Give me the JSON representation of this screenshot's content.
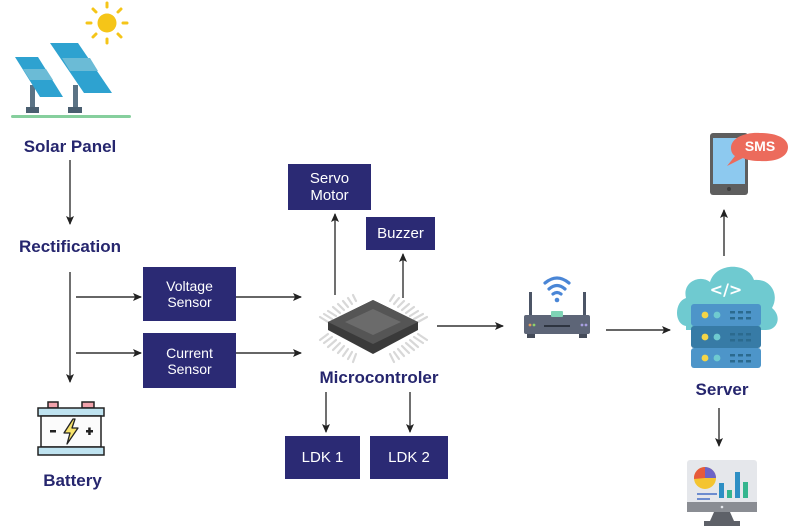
{
  "nodes": {
    "solar_panel": {
      "label": "Solar Panel",
      "icon": "solar-panel-icon"
    },
    "rectification": {
      "label": "Rectification"
    },
    "battery": {
      "label": "Battery",
      "icon": "battery-icon"
    },
    "voltage_sensor": {
      "line1": "Voltage",
      "line2": "Sensor"
    },
    "current_sensor": {
      "line1": "Current",
      "line2": "Sensor"
    },
    "servo_motor": {
      "line1": "Servo",
      "line2": "Motor"
    },
    "buzzer": {
      "label": "Buzzer"
    },
    "microcontroller": {
      "label": "Microcontroler",
      "icon": "microchip-icon"
    },
    "ldk1": {
      "label": "LDK 1"
    },
    "ldk2": {
      "label": "LDK 2"
    },
    "router": {
      "icon": "wifi-router-icon"
    },
    "server": {
      "label": "Server",
      "icon": "cloud-server-icon"
    },
    "phone": {
      "badge": "SMS",
      "icon": "smartphone-sms-icon"
    },
    "dashboard": {
      "icon": "monitor-dashboard-icon"
    }
  },
  "edges": [
    [
      "Solar Panel",
      "Rectification"
    ],
    [
      "Rectification",
      "Battery"
    ],
    [
      "Rectification",
      "Voltage Sensor"
    ],
    [
      "Rectification",
      "Current Sensor"
    ],
    [
      "Voltage Sensor",
      "Microcontroler"
    ],
    [
      "Current Sensor",
      "Microcontroler"
    ],
    [
      "Microcontroler",
      "Servo Motor"
    ],
    [
      "Microcontroler",
      "Buzzer"
    ],
    [
      "Microcontroler",
      "LDK 1"
    ],
    [
      "Microcontroler",
      "LDK 2"
    ],
    [
      "Microcontroler",
      "Router"
    ],
    [
      "Router",
      "Server"
    ],
    [
      "Server",
      "Smartphone SMS"
    ],
    [
      "Server",
      "Dashboard"
    ]
  ],
  "colors": {
    "box_fill": "#2b2a74",
    "label_text": "#26266e",
    "box_text": "#ffffff",
    "arrow": "#222222"
  }
}
